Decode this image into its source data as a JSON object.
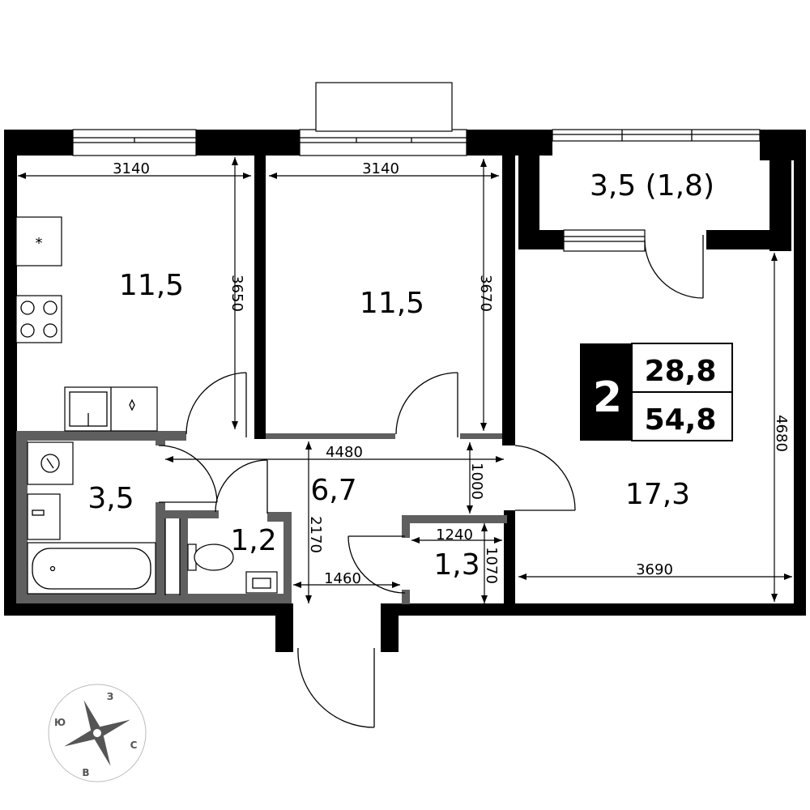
{
  "rooms": {
    "kitchen": "11,5",
    "bedroom": "11,5",
    "balcony": "3,5 (1,8)",
    "bathroom": "3,5",
    "hall": "6,7",
    "wc": "1,2",
    "storage": "1,3",
    "living": "17,3"
  },
  "dimensions": {
    "kitchen_width": "3140",
    "bedroom_width": "3140",
    "kitchen_depth": "3650",
    "bedroom_depth": "3670",
    "hall_length": "4480",
    "hall_width": "2170",
    "corridor_depth": "1000",
    "storage_width": "1240",
    "storage_depth": "1070",
    "entry_width": "1460",
    "living_width": "3690",
    "living_depth": "4680"
  },
  "badge": {
    "rooms_count": "2",
    "living_area": "28,8",
    "total_area": "54,8"
  },
  "compass": {
    "north": "З",
    "south": "В",
    "east": "С",
    "west": "Ю"
  },
  "colors": {
    "wall": "#000000",
    "inner_wall": "#5f5f5f",
    "compass": "#555555"
  }
}
